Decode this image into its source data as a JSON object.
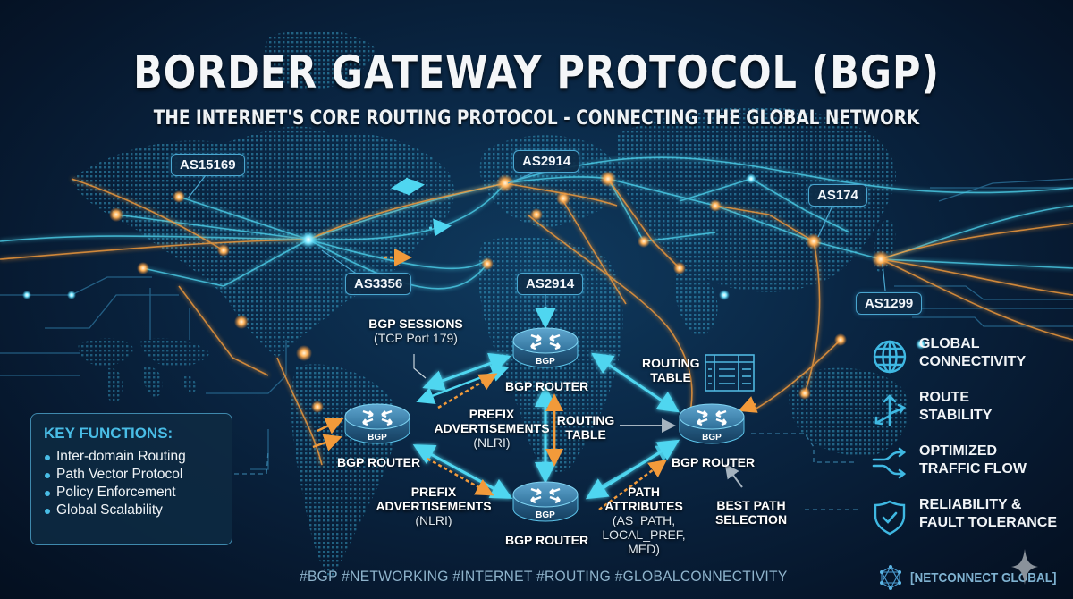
{
  "header": {
    "title": "BORDER GATEWAY PROTOCOL (BGP)",
    "subtitle": "THE INTERNET'S CORE ROUTING PROTOCOL - CONNECTING THE GLOBAL NETWORK"
  },
  "as_labels": [
    {
      "id": "as15169",
      "text": "AS15169"
    },
    {
      "id": "as2914-top",
      "text": "AS2914"
    },
    {
      "id": "as174",
      "text": "AS174"
    },
    {
      "id": "as3356",
      "text": "AS3356"
    },
    {
      "id": "as2914-mid",
      "text": "AS2914"
    },
    {
      "id": "as1299",
      "text": "AS1299"
    }
  ],
  "routers": {
    "top": {
      "badge": "BGP",
      "caption": "BGP ROUTER"
    },
    "left": {
      "badge": "BGP",
      "caption": "BGP ROUTER"
    },
    "right": {
      "badge": "BGP",
      "caption": "BGP ROUTER"
    },
    "bottom": {
      "badge": "BGP",
      "caption": "BGP ROUTER"
    }
  },
  "annotations": {
    "bgp_sessions": {
      "title": "BGP SESSIONS",
      "sub": "(TCP Port 179)"
    },
    "prefix_upper": {
      "line1": "PREFIX",
      "line2": "ADVERTISEMENTS",
      "sub": "(NLRI)"
    },
    "routing_table_center": {
      "line1": "ROUTING",
      "line2": "TABLE"
    },
    "routing_table_right": {
      "line1": "ROUTING",
      "line2": "TABLE"
    },
    "prefix_lower": {
      "line1": "PREFIX",
      "line2": "ADVERTISEMENTS",
      "sub": "(NLRI)"
    },
    "path_attributes": {
      "line1": "PATH",
      "line2": "ATTRIBUTES",
      "sub1": "(AS_PATH,",
      "sub2": "LOCAL_PREF,",
      "sub3": "MED)"
    },
    "best_path": {
      "line1": "BEST PATH",
      "line2": "SELECTION"
    }
  },
  "key_functions": {
    "heading": "KEY FUNCTIONS:",
    "items": [
      "Inter-domain Routing",
      "Path Vector Protocol",
      "Policy Enforcement",
      "Global Scalability"
    ]
  },
  "features": [
    {
      "icon": "globe-icon",
      "line1": "GLOBAL",
      "line2": "CONNECTIVITY"
    },
    {
      "icon": "route-split-icon",
      "line1": "ROUTE",
      "line2": "STABILITY"
    },
    {
      "icon": "traffic-flow-icon",
      "line1": "OPTIMIZED",
      "line2": "TRAFFIC FLOW"
    },
    {
      "icon": "shield-check-icon",
      "line1": "RELIABILITY &",
      "line2": "FAULT TOLERANCE"
    }
  ],
  "footer": {
    "hashtags": "#BGP  #NETWORKING  #INTERNET  #ROUTING  #GLOBALCONNECTIVITY",
    "brand": "[NETCONNECT GLOBAL]"
  },
  "colors": {
    "background": "#061529",
    "cyan_link": "#4fd6f0",
    "orange_link": "#f29a3a",
    "accent_heading": "#49bde6",
    "label_border": "#4aa6cf"
  }
}
